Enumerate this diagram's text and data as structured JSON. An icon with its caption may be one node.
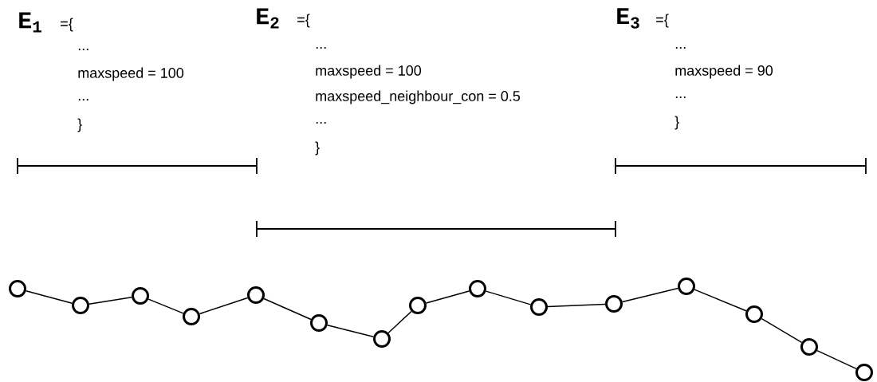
{
  "diagram": {
    "nodes": [
      {
        "text": [],
        "shape": "circle"
      },
      {
        "text": [],
        "shape": "circle"
      },
      {
        "text": [],
        "shape": "circle"
      },
      {
        "text": [],
        "shape": "circle"
      },
      {
        "text": [],
        "shape": "circle"
      },
      {
        "text": [],
        "shape": "circle"
      },
      {
        "text": [],
        "shape": "circle"
      },
      {
        "text": [],
        "shape": "circle"
      },
      {
        "text": [],
        "shape": "circle"
      },
      {
        "text": [],
        "shape": "circle"
      },
      {
        "text": [],
        "shape": "circle"
      },
      {
        "text": [],
        "shape": "circle"
      },
      {
        "text": [],
        "shape": "circle"
      },
      {
        "text": [],
        "shape": "circle"
      },
      {
        "text": [],
        "shape": "circle"
      }
    ],
    "edges": [
      {
        "from": 0,
        "to": 1,
        "arrow": "none"
      },
      {
        "from": 1,
        "to": 2,
        "arrow": "none"
      },
      {
        "from": 2,
        "to": 3,
        "arrow": "none"
      },
      {
        "from": 3,
        "to": 4,
        "arrow": "none"
      },
      {
        "from": 4,
        "to": 5,
        "arrow": "none"
      },
      {
        "from": 5,
        "to": 6,
        "arrow": "none"
      },
      {
        "from": 6,
        "to": 7,
        "arrow": "none"
      },
      {
        "from": 7,
        "to": 8,
        "arrow": "none"
      },
      {
        "from": 8,
        "to": 9,
        "arrow": "none"
      },
      {
        "from": 9,
        "to": 10,
        "arrow": "none"
      },
      {
        "from": 10,
        "to": 11,
        "arrow": "none"
      },
      {
        "from": 11,
        "to": 12,
        "arrow": "none"
      },
      {
        "from": 12,
        "to": 13,
        "arrow": "none"
      },
      {
        "from": 13,
        "to": 14,
        "arrow": "none"
      }
    ],
    "labels": [
      "E$_{1}$",
      "={",
      "...",
      "maxspeed = 100",
      "...",
      "}",
      "E$_{2}$",
      "={",
      "...",
      "maxspeed = 100",
      "maxspeed_neighbour_con = 0.5",
      "...",
      "}",
      "E$_{3}$",
      "={",
      "...",
      "maxspeed = 90",
      "...",
      "}"
    ]
  }
}
